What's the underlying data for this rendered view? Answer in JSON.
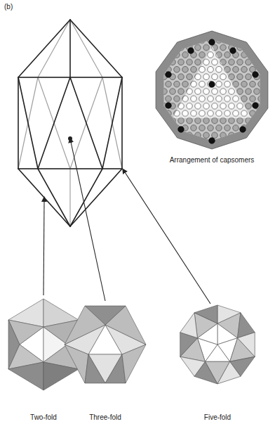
{
  "diagram": {
    "labels": [
      "(b)",
      "Arrangement of capsomers",
      "Two-fold",
      "Three-fold",
      "Five-fold"
    ]
  }
}
